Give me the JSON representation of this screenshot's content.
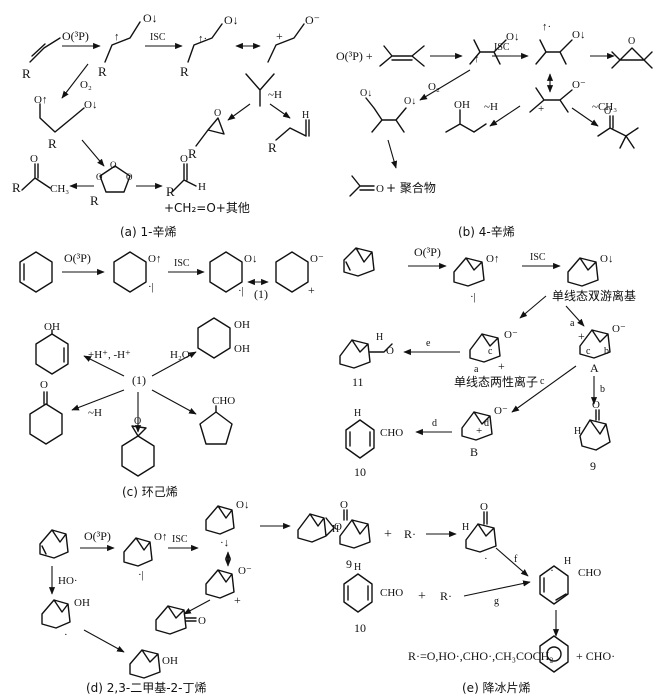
{
  "panels": {
    "a": {
      "caption": "(a) 1-辛烯",
      "reagent": "O(³P)",
      "r_labels": [
        "R",
        "R",
        "R",
        "R",
        "R",
        "R",
        "R"
      ],
      "isc": "ISC",
      "o2": "O₂",
      "h_shift": "~H",
      "aldehyde_h": "H",
      "methyl": "CH₃",
      "products": "+CH₂=O+其他"
    },
    "b": {
      "caption": "(b) 4-辛烯",
      "reagent": "O(³P) +",
      "isc": "ISC",
      "o2": "O₂",
      "h_shift": "~H",
      "ch3_shift": "~CH₃",
      "oh": "OH",
      "products": "+ 聚合物"
    },
    "c": {
      "caption": "(c) 环己烯",
      "reagent": "O(³P)",
      "isc": "ISC",
      "intermediate": "(1)",
      "center": "(1)",
      "h_exchange": "+H⁺, -H⁺",
      "water": "H₂O",
      "h_shift": "~H",
      "oh": "OH",
      "oh2": "OH",
      "oh3": "OH",
      "cho": "CHO"
    },
    "d": {
      "caption": "(d) 2,3-二甲基-2-丁烯",
      "reagent": "O(³P)",
      "isc": "ISC",
      "ho_radical": "HO·",
      "oh1": "OH",
      "oh2": "OH"
    },
    "e": {
      "caption": "(e) 降冰片烯",
      "reagent": "O(³P)",
      "isc": "ISC",
      "singlet_biradical": "单线态双游离基",
      "singlet_zwitterion": "单线态两性离子",
      "label_11": "11",
      "label_A": "A",
      "label_B": "B",
      "label_9": "9",
      "label_9b": "9",
      "label_10": "10",
      "label_10b": "10",
      "path_a": "a",
      "path_a2": "a",
      "path_b": "b",
      "path_b2": "b",
      "path_c": "c",
      "path_c2": "c",
      "path_d": "d",
      "path_d2": "d",
      "path_e": "e",
      "path_f": "f",
      "path_g": "g",
      "r_radical": "R·",
      "r_radical2": "R·",
      "h": "H",
      "h2": "H",
      "h3": "H",
      "h4": "H",
      "h5": "H",
      "cho": "CHO",
      "cho2": "CHO",
      "cho3": "CHO",
      "cho_radical": "+ CHO·",
      "plus": "+",
      "plus2": "+",
      "r_list": "R·=O,HO·,CHO·,CH₃COCH₂"
    }
  }
}
